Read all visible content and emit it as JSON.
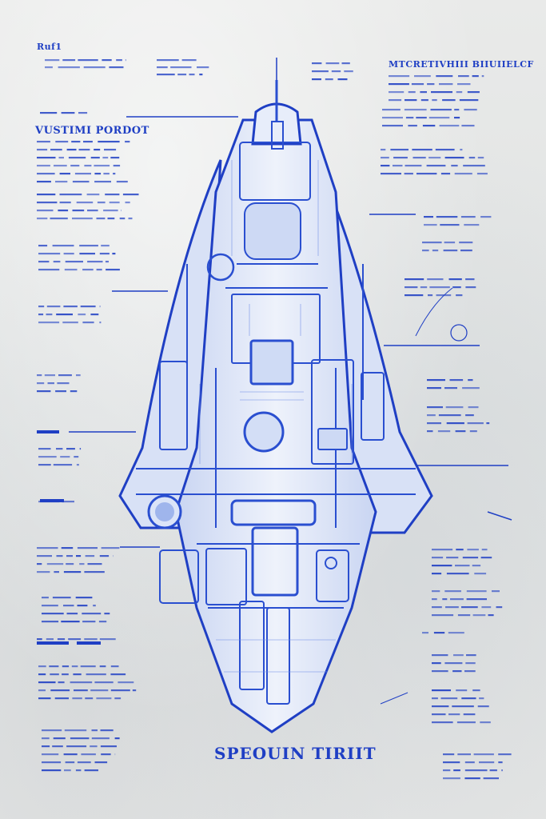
{
  "image": {
    "subject": "blueprint-spaceship",
    "colors": {
      "paper": "#e4e6e5",
      "ink": "#1f3fc4",
      "ink_light": "#6f8de6",
      "ink_pale": "#b9c8ef"
    }
  },
  "labels": {
    "top_left": "Ruf1",
    "left_heading": "VUSTIMI PORDOT",
    "right_heading": "MTCRETIVHIII BIIUIIELCF",
    "bottom_title": "SPEOUIN TIRIIT"
  }
}
